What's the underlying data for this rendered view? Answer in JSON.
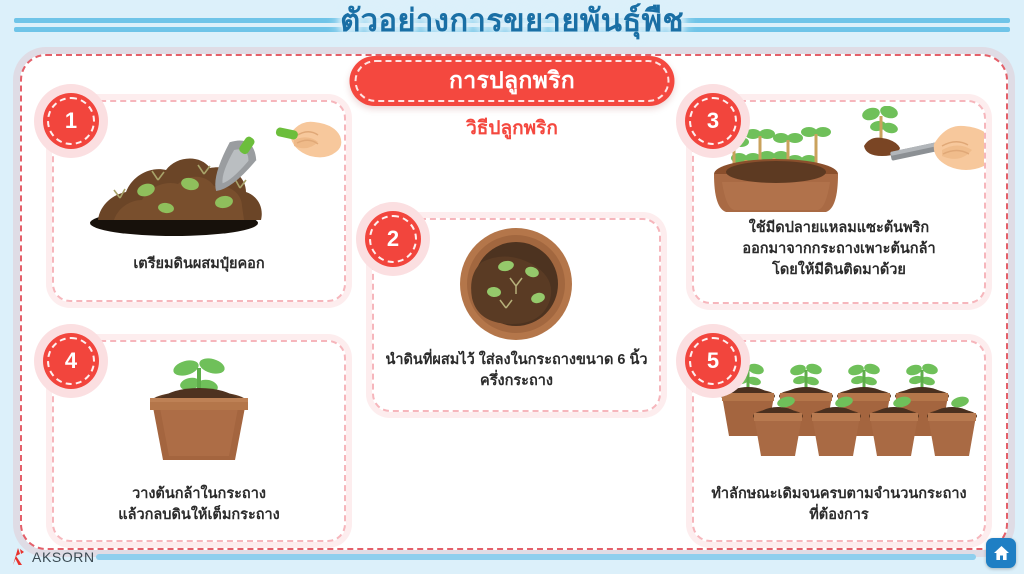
{
  "header": {
    "title": "ตัวอย่างการขยายพันธุ์พืช",
    "rule_color": "#6fc4e8",
    "title_color": "#1a6fa5"
  },
  "banner": {
    "label": "การปลูกพริก",
    "color": "#f4483f"
  },
  "subtitle": {
    "text": "วิธีปลูกพริก",
    "color": "#f4483f"
  },
  "steps": [
    {
      "number": "1",
      "caption_lines": [
        "เตรียมดินผสมปุ๋ยคอก"
      ],
      "art": "soil-mound-with-trowel"
    },
    {
      "number": "2",
      "caption_lines": [
        "นำดินที่ผสมไว้ ใส่ลงในกระถางขนาด 6 นิ้ว",
        "ครึ่งกระถาง"
      ],
      "art": "pot-top-view-with-soil"
    },
    {
      "number": "3",
      "caption_lines": [
        "ใช้มีดปลายแหลมแซะต้นพริก",
        "ออกมาจากกระถางเพาะต้นกล้า",
        "โดยให้มีดินติดมาด้วย"
      ],
      "art": "seedling-tray-and-knife-in-hand"
    },
    {
      "number": "4",
      "caption_lines": [
        "วางต้นกล้าในกระถาง",
        "แล้วกลบดินให้เต็มกระถาง"
      ],
      "art": "single-pot-with-seedling"
    },
    {
      "number": "5",
      "caption_lines": [
        "ทำลักษณะเดิมจนครบตามจำนวนกระถาง",
        "ที่ต้องการ"
      ],
      "art": "eight-pots-with-seedlings"
    }
  ],
  "footer": {
    "brand": "AKSORN",
    "brand_mark_color": "#e8322c",
    "rule_color": "#8ecfee",
    "home_button_color": "#1f7fc4",
    "home_icon": "home-icon"
  },
  "palette": {
    "background": "#dcf0fa",
    "panel": "#ffffff",
    "panel_border": "#e4606a",
    "card_border": "#f6b6bc",
    "badge": "#f2453d",
    "badge_halo": "#fbdfe1",
    "soil_dark": "#3b2a1d",
    "soil_mid": "#6b4527",
    "pot": "#a96a44",
    "leaf": "#6fc05a",
    "skin": "#f6c79a"
  }
}
